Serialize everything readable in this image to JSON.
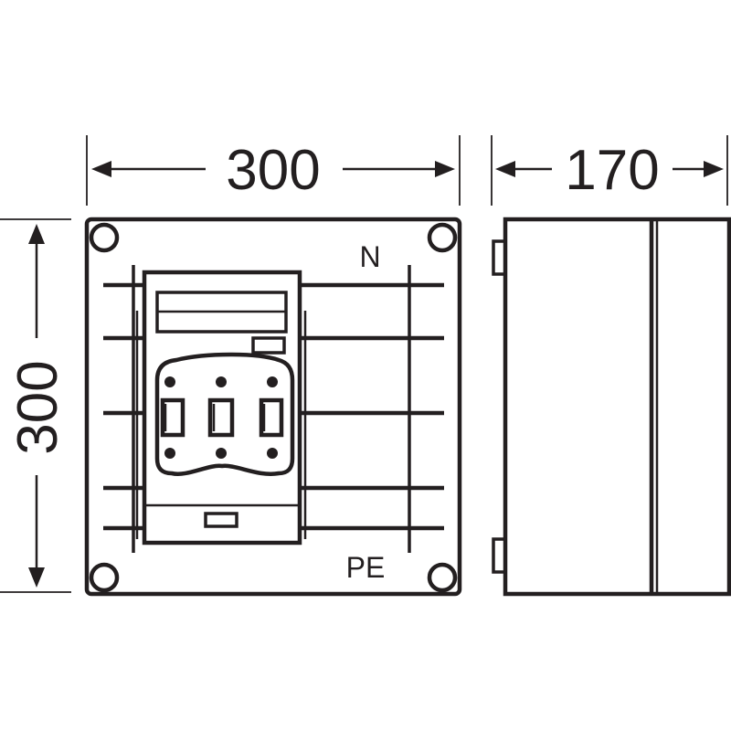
{
  "dimensions": {
    "front_width": "300",
    "front_height": "300",
    "side_depth": "170"
  },
  "labels": {
    "neutral": "N",
    "protective_earth": "PE"
  },
  "colors": {
    "line": "#231f20",
    "background": "#ffffff"
  }
}
